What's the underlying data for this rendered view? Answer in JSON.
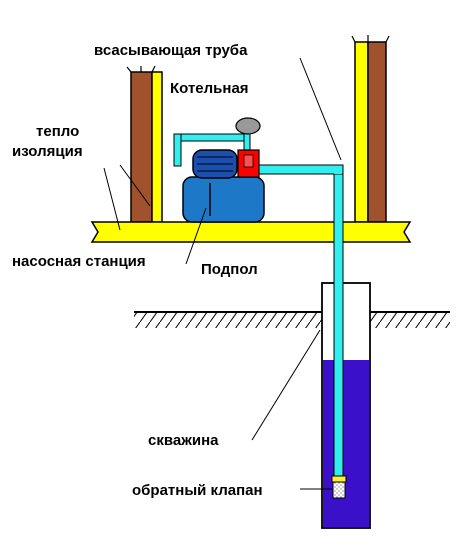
{
  "labels": {
    "suction_pipe": "всасывающая труба",
    "boiler_room": "Котельная",
    "insulation_line1": "тепло",
    "insulation_line2": "изоляция",
    "pump_station": "насосная станция",
    "subfloor": "Подпол",
    "well": "скважина",
    "check_valve": "обратный клапан"
  },
  "colors": {
    "wood": "#a0522d",
    "insulation": "#ffff00",
    "pipe": "#33eeee",
    "tank": "#1e78c8",
    "motor": "#1a4fb0",
    "relay": "#ff0000",
    "gauge": "#999999",
    "water": "#3a10c8",
    "valve": "#ffee33",
    "line": "#000000"
  }
}
